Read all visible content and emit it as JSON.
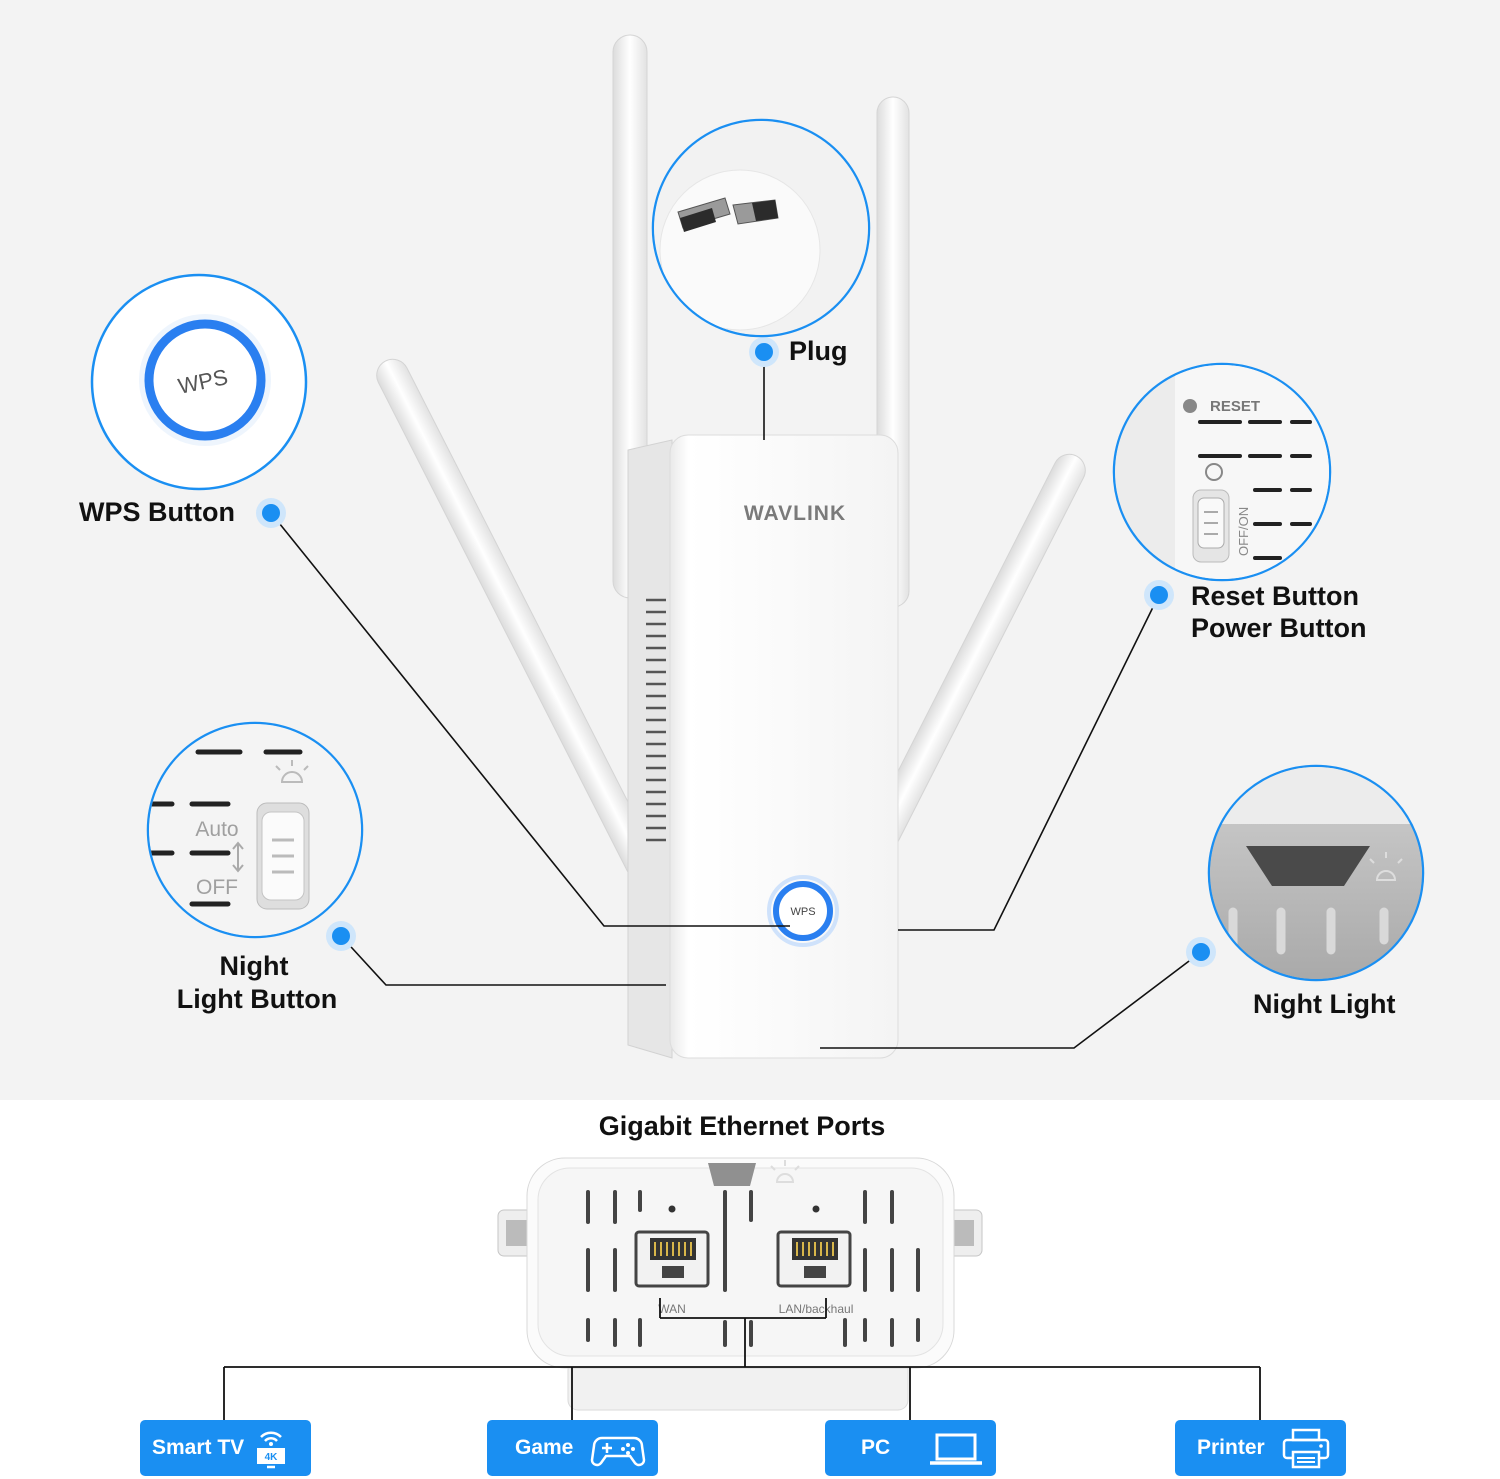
{
  "callouts": {
    "plug": "Plug",
    "wps": "WPS Button",
    "reset_line1": "Reset Button",
    "reset_line2": "Power Button",
    "night_button_line1": "Night",
    "night_button_line2": "Light Button",
    "night_light": "Night Light"
  },
  "device": {
    "brand": "WAVLINK",
    "wps_label": "WPS",
    "reset_label": "RESET",
    "power_switch_label": "OFF/ON",
    "night_switch_auto": "Auto",
    "night_switch_off": "OFF"
  },
  "ports": {
    "title": "Gigabit Ethernet Ports",
    "wan": "WAN",
    "lan": "LAN/backhaul"
  },
  "devices": [
    {
      "label": "Smart TV",
      "icon": "tv-wifi-icon",
      "badge": "4K"
    },
    {
      "label": "Game",
      "icon": "gamepad-icon"
    },
    {
      "label": "PC",
      "icon": "laptop-icon"
    },
    {
      "label": "Printer",
      "icon": "printer-icon"
    }
  ],
  "colors": {
    "accent": "#1a8ff2",
    "wps_ring": "#2a7ff0",
    "background": "#f3f3f3"
  }
}
